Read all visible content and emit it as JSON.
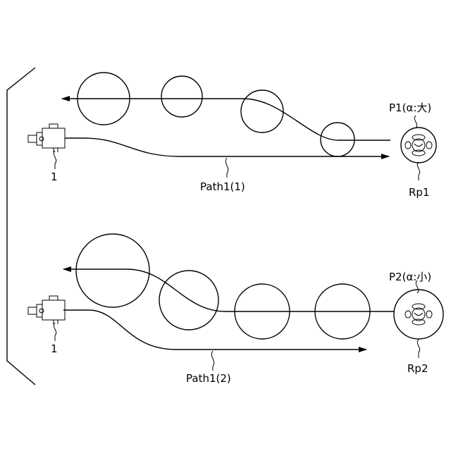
{
  "diagram": {
    "upper_panel": {
      "robot_label": "1",
      "path_label": "Path1(1)",
      "person_label": "Rp1",
      "position_label": "P1(α:大)"
    },
    "lower_panel": {
      "robot_label": "1",
      "path_label": "Path1(2)",
      "person_label": "Rp2",
      "position_label": "P2(α:小)"
    }
  }
}
